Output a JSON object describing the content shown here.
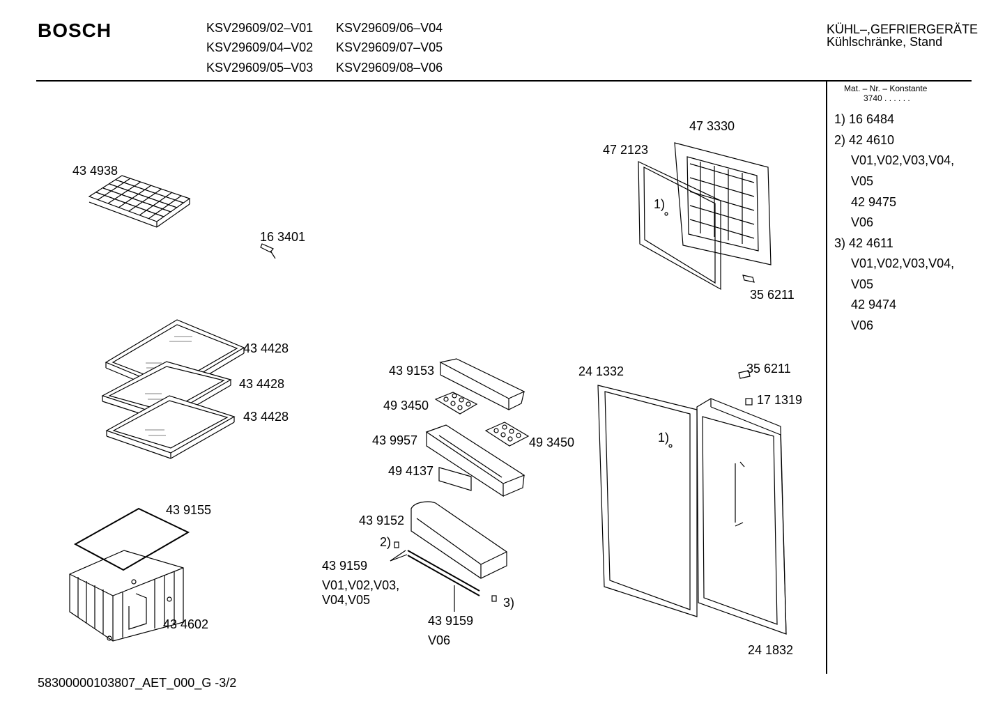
{
  "header": {
    "brand": "BOSCH",
    "models": [
      "KSV29609/02–V01",
      "KSV29609/06–V04",
      "KSV29609/04–V02",
      "KSV29609/07–V05",
      "KSV29609/05–V03",
      "KSV29609/08–V06"
    ],
    "category_line1": "KÜHL–,GEFRIERGERÄTE",
    "category_line2": "Kühlschränke, Stand"
  },
  "sidebar": {
    "mat_title": "Mat. – Nr. – Konstante",
    "mat_value": "3740  .  .  .  .  .  .",
    "lines": [
      "1)  16 6484",
      "2)  42 4610",
      "V01,V02,V03,V04,",
      "V05",
      "42 9475",
      "V06",
      "3)  42 4611",
      "V01,V02,V03,V04,",
      "V05",
      "42 9474",
      "V06"
    ]
  },
  "labels": {
    "p434938": "43 4938",
    "p163401": "16 3401",
    "p473330": "47 3330",
    "p472123": "47 2123",
    "n1a": "1)",
    "p356211a": "35 6211",
    "p434428a": "43 4428",
    "p434428b": "43 4428",
    "p434428c": "43 4428",
    "p439153": "43 9153",
    "p493450a": "49 3450",
    "p439957": "43 9957",
    "p493450b": "49 3450",
    "p494137": "49 4137",
    "p439155": "43 9155",
    "p439152": "43 9152",
    "n2": "2)",
    "p439159a": "43 9159",
    "v_a1": "V01,V02,V03,",
    "v_a2": "V04,V05",
    "n3": "3)",
    "p439159b": "43 9159",
    "v_b": "V06",
    "p434602": "43 4602",
    "p241332": "24 1332",
    "p356211b": "35 6211",
    "p171319": "17 1319",
    "n1b": "1)",
    "p241832": "24 1832"
  },
  "footer": {
    "code": "58300000103807_AET_000_G   -3/2"
  }
}
